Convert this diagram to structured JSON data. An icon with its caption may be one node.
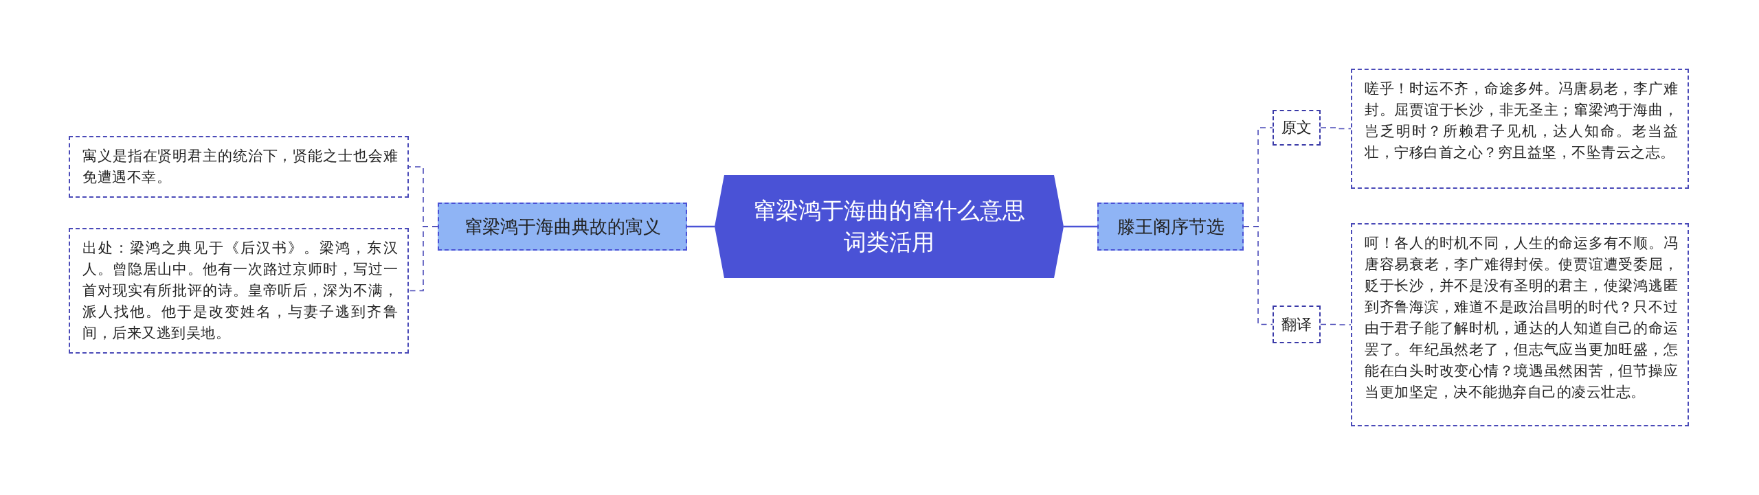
{
  "diagram": {
    "nodes": [
      {
        "text": [
          "窜梁鸿于海曲的窜什么意思词类活用"
        ]
      },
      {
        "text": [
          "窜梁鸿于海曲典故的寓义"
        ]
      },
      {
        "text": [
          "寓义是指在贤明君主的统治下，贤能之士也会难免遭遇不幸。"
        ]
      },
      {
        "text": [
          "出处：梁鸿之典见于《后汉书》。梁鸿，东汉人。曾隐居山中。他有一次路过京师时，写过一首对现实有所批评的诗。皇帝听后，深为不满，派人找他。他于是改变姓名，与妻子逃到齐鲁间，后来又逃到吴地。"
        ]
      },
      {
        "text": [
          "滕王阁序节选"
        ]
      },
      {
        "text": [
          "原文"
        ]
      },
      {
        "text": [
          "嗟乎！时运不齐，命途多舛。冯唐易老，李广难封。屈贾谊于长沙，非无圣主；窜梁鸿于海曲，岂乏明时？所赖君子见机，达人知命。老当益壮，宁移白首之心？穷且益坚，不坠青云之志。"
        ]
      },
      {
        "text": [
          "翻译"
        ]
      },
      {
        "text": [
          "呵！各人的时机不同，人生的命运多有不顺。冯唐容易衰老，李广难得封侯。使贾谊遭受委屈，贬于长沙，并不是没有圣明的君主，使梁鸿逃匿到齐鲁海滨，难道不是政治昌明的时代？只不过由于君子能了解时机，通达的人知道自己的命运罢了。年纪虽然老了，但志气应当更加旺盛，怎能在白头时改变心情？境遇虽然困苦，但节操应当更加坚定，决不能抛弃自己的凌云壮志。"
        ]
      }
    ],
    "edges": [
      {
        "from": 0,
        "to": 1,
        "arrow": "none"
      },
      {
        "from": 1,
        "to": 2,
        "arrow": "none",
        "style": "dashed"
      },
      {
        "from": 1,
        "to": 3,
        "arrow": "none",
        "style": "dashed"
      },
      {
        "from": 0,
        "to": 4,
        "arrow": "none"
      },
      {
        "from": 4,
        "to": 5,
        "arrow": "none",
        "style": "dashed"
      },
      {
        "from": 5,
        "to": 6,
        "arrow": "none",
        "style": "dashed"
      },
      {
        "from": 4,
        "to": 7,
        "arrow": "none",
        "style": "dashed"
      },
      {
        "from": 7,
        "to": 8,
        "arrow": "none",
        "style": "dashed"
      }
    ]
  }
}
